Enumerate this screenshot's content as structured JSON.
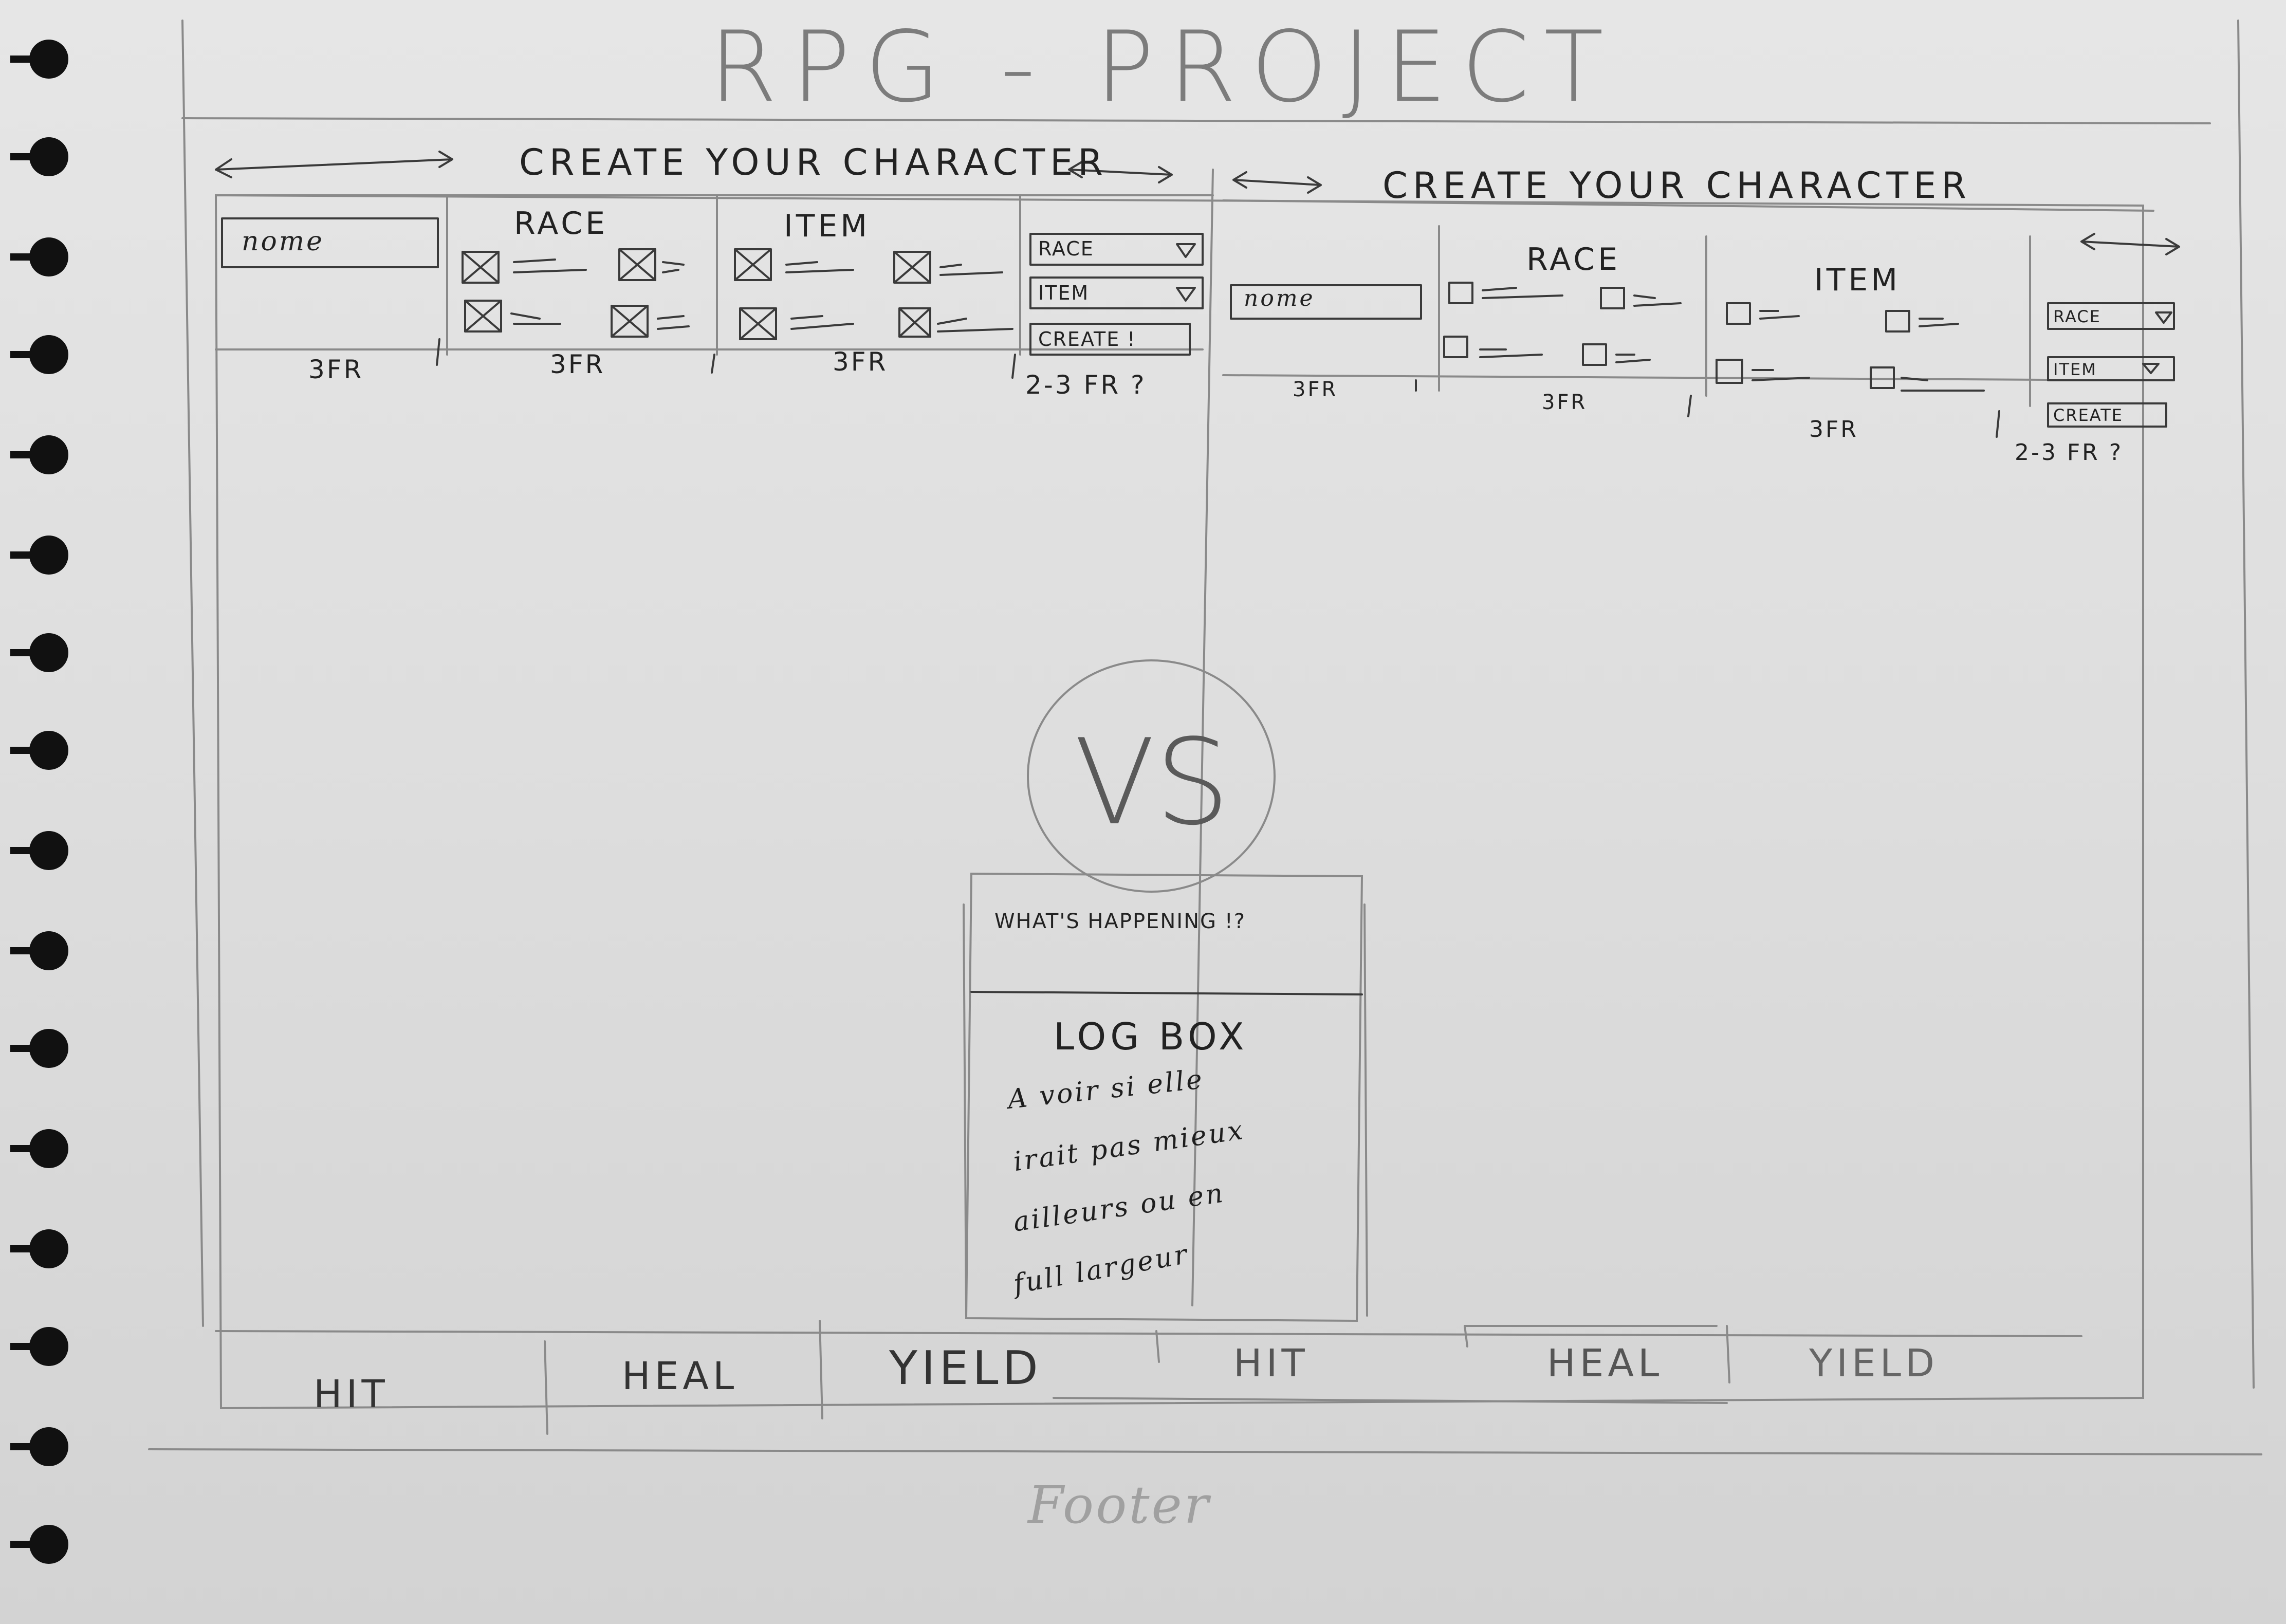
{
  "page": {
    "title": "RPG - PROJECT",
    "footer": "Footer"
  },
  "left_panel": {
    "header": "CREATE YOUR CHARACTER",
    "name_field": "nome",
    "race_label": "RACE",
    "item_label": "ITEM",
    "race_select": "RACE",
    "item_select": "ITEM",
    "create_button": "CREATE !",
    "col_widths": [
      "3FR",
      "3FR",
      "3FR",
      "2-3 FR ?"
    ]
  },
  "right_panel": {
    "header": "CREATE YOUR CHARACTER",
    "name_field": "nome",
    "race_label": "RACE",
    "item_label": "ITEM",
    "race_select": "RACE",
    "item_select": "ITEM",
    "create_button": "CREATE",
    "col_widths": [
      "3FR",
      "3FR",
      "3FR",
      "2-3 FR ?"
    ]
  },
  "versus": {
    "label": "VS"
  },
  "log_box": {
    "header": "WHAT'S HAPPENING !?",
    "title": "LOG BOX",
    "note_lines": [
      "A voir si elle",
      "irait pas mieux",
      "ailleurs ou en",
      "full largeur"
    ]
  },
  "actions": {
    "player1": [
      "HIT",
      "HEAL",
      "YIELD"
    ],
    "player2": [
      "HIT",
      "HEAL",
      "YIELD"
    ]
  },
  "icons": [
    "spiral-binding-icon",
    "arrow-icon",
    "image-placeholder-icon",
    "dropdown-arrow-icon"
  ]
}
